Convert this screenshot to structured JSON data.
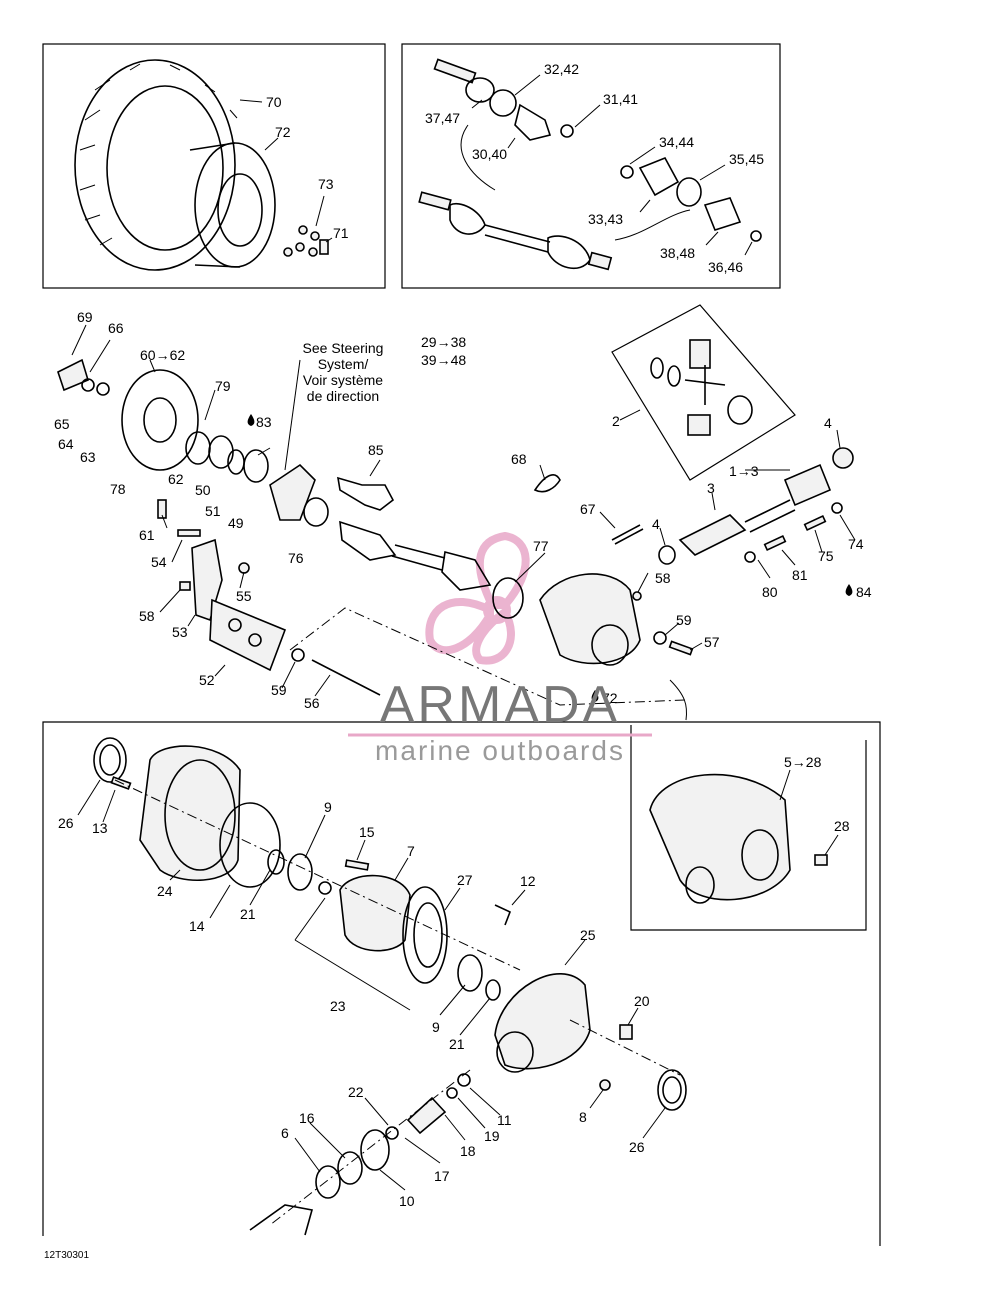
{
  "labels": {
    "l70": "70",
    "l72": "72",
    "l73": "73",
    "l71": "71",
    "l3242": "32,42",
    "l3747": "37,47",
    "l3141": "31,41",
    "l3040": "30,40",
    "l3444": "34,44",
    "l3545": "35,45",
    "l3343": "33,43",
    "l3848": "38,48",
    "l3646": "36,46",
    "l69": "69",
    "l66": "66",
    "l6062": "60→62",
    "l79": "79",
    "l65": "65",
    "l64": "64",
    "l63": "63",
    "l78": "78",
    "l62": "62",
    "l50": "50",
    "l51": "51",
    "l49": "49",
    "l83": "83",
    "l76": "76",
    "l85": "85",
    "l2": "2",
    "l4a": "4",
    "l4b": "4",
    "l13b": "1→3",
    "l3": "3",
    "l68": "68",
    "l67": "67",
    "l77": "77",
    "l58a": "58",
    "l58b": "58",
    "l59a": "59",
    "l59b": "59",
    "l57": "57",
    "l61": "61",
    "l54": "54",
    "l55": "55",
    "l53": "53",
    "l52": "52",
    "l56": "56",
    "l72b": "72",
    "l80": "80",
    "l81": "81",
    "l75": "75",
    "l74": "74",
    "l84": "84",
    "l26a": "26",
    "l13": "13",
    "l24": "24",
    "l14": "14",
    "l21a": "21",
    "l9a": "9",
    "l15": "15",
    "l7": "7",
    "l27": "27",
    "l12": "12",
    "l23": "23",
    "l9b": "9",
    "l21b": "21",
    "l25": "25",
    "l528": "5→28",
    "l28": "28",
    "l20": "20",
    "l8": "8",
    "l26b": "26",
    "l22": "22",
    "l16": "16",
    "l6": "6",
    "l17": "17",
    "l18": "18",
    "l19": "19",
    "l11": "11",
    "l10": "10"
  },
  "notes": {
    "see_steering_1": "See Steering",
    "see_steering_2": "System/",
    "see_steering_3": "Voir système",
    "see_steering_4": "de direction",
    "range_1": "29→38",
    "range_2": "39→48"
  },
  "watermark": {
    "brand": "ARMADA",
    "subtitle": "marine outboards"
  },
  "drawing_code": "12T30301",
  "colors": {
    "line": "#000000",
    "watermark_logo": "#e8a8c8",
    "watermark_text": "#777777"
  }
}
